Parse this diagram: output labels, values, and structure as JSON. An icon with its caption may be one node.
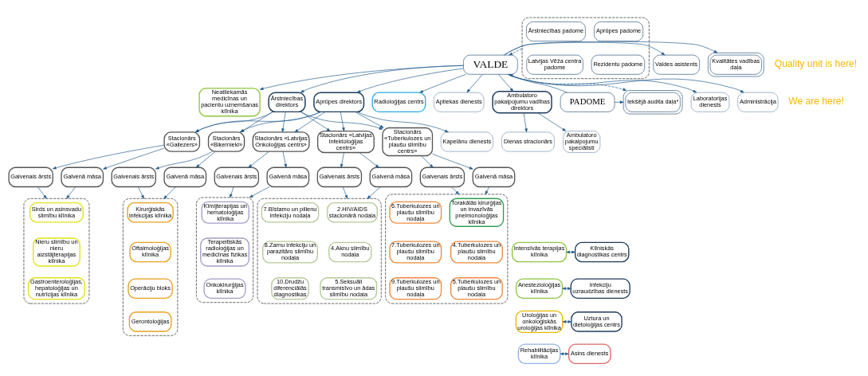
{
  "diagram": {
    "nodes": [
      {
        "text": [],
        "shape": "box"
      },
      {
        "text": [
          "Ārstniecības padome"
        ],
        "in": 0
      },
      {
        "text": [
          "Aprūpes padome"
        ],
        "in": 0
      },
      {
        "text": [
          "Latvijas Vēža centra padome"
        ],
        "in": 0
      },
      {
        "text": [
          "Rezidentu padome"
        ],
        "in": 0
      },
      {
        "text": [
          "PADOME"
        ]
      },
      {
        "text": [
          "Iekšējā audita daļa*"
        ]
      },
      {
        "text": [
          "VALDE"
        ]
      },
      {
        "text": [
          "Valdes asistents"
        ]
      },
      {
        "text": [
          "Kvalitātes vadības daļa"
        ]
      },
      {
        "text": [
          "Neatliekamās medicīnas un pacientu uzņemšanas klīnika"
        ]
      },
      {
        "text": [
          "Ārstniecības direktors"
        ]
      },
      {
        "text": [
          "Aprūpes direktors"
        ]
      },
      {
        "text": [
          "Radioloģijas centrs"
        ]
      },
      {
        "text": [
          "Aptiekas dienests"
        ]
      },
      {
        "text": [
          "Ambulatoro pakalpojumu vadības direktors"
        ]
      },
      {
        "text": [
          "Laboratorijas dienests"
        ]
      },
      {
        "text": [
          "Administrācija"
        ]
      },
      {
        "text": [
          "Kapelānu dienests"
        ]
      },
      {
        "text": [
          "Ambulatoro pakalpojumu speciālisti"
        ]
      },
      {
        "text": [
          "Dienas stracionārs"
        ]
      },
      {
        "text": [
          "Stacionārs «Gaiļezers»"
        ]
      },
      {
        "text": [
          "Galvenais ārsts"
        ]
      },
      {
        "text": [
          "Galvenā māsa"
        ]
      },
      {
        "text": [],
        "shape": "box"
      },
      {
        "text": [
          "Sirds un asinsvadu slimību klīnika"
        ],
        "in": 24
      },
      {
        "text": [
          "Nieru slimību un nieru aizstājterapijas klīnika"
        ],
        "in": 24
      },
      {
        "text": [
          "Gastroenteroloģijas, hepatoloģijas un nutrīcijas klīnika"
        ],
        "in": 24
      },
      {
        "text": [
          "Stacionārs «Biķernieki»"
        ]
      },
      {
        "text": [
          "Galvenais ārsts"
        ]
      },
      {
        "text": [
          "Galvenā māsa"
        ]
      },
      {
        "text": [],
        "shape": "box"
      },
      {
        "text": [
          "Ķirurģiskās infekcijas klīnika"
        ],
        "in": 31
      },
      {
        "text": [
          "Oftalmoloģijas klīnika"
        ],
        "in": 31
      },
      {
        "text": [
          "Operāciju bloks"
        ],
        "in": 31
      },
      {
        "text": [
          "Gerontoloģijas"
        ],
        "in": 31
      },
      {
        "text": [
          "Stacionārs «Latvijas Onkoloģijas centrs»"
        ]
      },
      {
        "text": [
          "Galvenais ārsts"
        ]
      },
      {
        "text": [
          "Galvenā māsa"
        ]
      },
      {
        "text": [],
        "shape": "box"
      },
      {
        "text": [
          "Ķīmijterapijas un hematoloģijas klīnika"
        ],
        "in": 39
      },
      {
        "text": [
          "Terapeitiskās radioloģijas un medicīnas fizikas klīnika"
        ],
        "in": 39
      },
      {
        "text": [
          "Onkoķirurģijas klīnika"
        ],
        "in": 39
      },
      {
        "text": [
          "Stacionārs «Latvijas Infektoloģijas centrs»"
        ]
      },
      {
        "text": [
          "Galvenais ārsts"
        ]
      },
      {
        "text": [
          "Galvenā māsa"
        ]
      },
      {
        "text": [],
        "shape": "box"
      },
      {
        "text": [
          "2.HIV/AIDS stacionārā nodaļa"
        ],
        "in": 46
      },
      {
        "text": [
          "7.Bīstamo un pilienu infekciju nodaļa"
        ],
        "in": 46
      },
      {
        "text": [
          "4.Aknu slimību nodaļa"
        ],
        "in": 46
      },
      {
        "text": [
          "8.Zarnu infekciju un parazitāro slimību nodaļa"
        ],
        "in": 46
      },
      {
        "text": [
          "5.Seksuāli transmisīvo un ādas slimību nodaļa"
        ],
        "in": 46
      },
      {
        "text": [
          "10.Drudžu diferenciālās diagnostikas"
        ],
        "in": 46
      },
      {
        "text": [
          "Stacionārs «Tuberkulozes un plaušu slimību centrs»"
        ]
      },
      {
        "text": [
          "Galvenais ārsts"
        ]
      },
      {
        "text": [
          "Galvenā māsa"
        ]
      },
      {
        "text": [],
        "shape": "box"
      },
      {
        "text": [
          "Torakālās ķirurģijas un invazīvās pneimonoloģijas klīnika"
        ],
        "in": 56
      },
      {
        "text": [
          "6.Tuberkulozes un plaušu slimību nodaļa"
        ],
        "in": 56
      },
      {
        "text": [
          "4.Tuberkulozes un plaušu slimību nodaļa"
        ],
        "in": 56
      },
      {
        "text": [
          "7.Tuberkulozes un plaušu slimību nodaļa"
        ],
        "in": 56
      },
      {
        "text": [
          "5.Tuberkulozes un plaušu slimību nodaļa"
        ],
        "in": 56
      },
      {
        "text": [
          "9.Tuberkulozes un plaušu slimību nodaļa"
        ],
        "in": 56
      },
      {
        "text": [
          "Intensīvās terapijas klīnika"
        ]
      },
      {
        "text": [
          "Klīniskās diagnostikas centrs"
        ]
      },
      {
        "text": [
          "Anestezioloģijas klīnika"
        ]
      },
      {
        "text": [
          "Infekciju uzraudzības dienests"
        ]
      },
      {
        "text": [
          "Uroloģijas un onkoloģiskās uroloģijas klīnika"
        ]
      },
      {
        "text": [
          "Uztura un dietoloģijas centrs"
        ]
      },
      {
        "text": [
          "Rehabilitācijas klīnika"
        ]
      },
      {
        "text": [
          "Asins dienests"
        ]
      }
    ],
    "edges": [
      {
        "from": 0,
        "to": 7,
        "arrow": "to",
        "style": "dashed"
      },
      {
        "from": 5,
        "to": 7,
        "arrow": "to"
      },
      {
        "from": 5,
        "to": 6,
        "arrow": "to"
      },
      {
        "from": 7,
        "to": 6,
        "arrow": "to",
        "style": "dashed"
      },
      {
        "from": 7,
        "to": 8,
        "arrow": "to"
      },
      {
        "from": 7,
        "to": 9,
        "arrow": "to"
      },
      {
        "from": 7,
        "to": 10,
        "arrow": "to"
      },
      {
        "from": 7,
        "to": 11,
        "arrow": "to"
      },
      {
        "from": 7,
        "to": 12,
        "arrow": "to"
      },
      {
        "from": 7,
        "to": 13,
        "arrow": "to"
      },
      {
        "from": 7,
        "to": 14,
        "arrow": "to"
      },
      {
        "from": 7,
        "to": 15,
        "arrow": "to"
      },
      {
        "from": 7,
        "to": 16,
        "arrow": "to"
      },
      {
        "from": 7,
        "to": 17,
        "arrow": "to"
      },
      {
        "from": 12,
        "to": 18,
        "arrow": "to"
      },
      {
        "from": 15,
        "to": 19,
        "arrow": "to"
      },
      {
        "from": 15,
        "to": 20,
        "arrow": "to"
      },
      {
        "from": 11,
        "to": 21,
        "arrow": "to"
      },
      {
        "from": 11,
        "to": 28,
        "arrow": "to"
      },
      {
        "from": 11,
        "to": 36,
        "arrow": "to"
      },
      {
        "from": 11,
        "to": 43,
        "arrow": "to"
      },
      {
        "from": 11,
        "to": 53,
        "arrow": "to"
      },
      {
        "from": 12,
        "to": 21,
        "arrow": "to"
      },
      {
        "from": 12,
        "to": 28,
        "arrow": "to"
      },
      {
        "from": 12,
        "to": 36,
        "arrow": "to"
      },
      {
        "from": 12,
        "to": 43,
        "arrow": "to"
      },
      {
        "from": 12,
        "to": 53,
        "arrow": "to"
      },
      {
        "from": 21,
        "to": 22,
        "arrow": "to"
      },
      {
        "from": 21,
        "to": 23,
        "arrow": "to"
      },
      {
        "from": 22,
        "to": 24,
        "arrow": "to"
      },
      {
        "from": 23,
        "to": 24,
        "arrow": "to"
      },
      {
        "from": 28,
        "to": 29,
        "arrow": "to"
      },
      {
        "from": 28,
        "to": 30,
        "arrow": "to"
      },
      {
        "from": 29,
        "to": 31,
        "arrow": "to"
      },
      {
        "from": 30,
        "to": 31,
        "arrow": "to"
      },
      {
        "from": 36,
        "to": 37,
        "arrow": "to"
      },
      {
        "from": 36,
        "to": 38,
        "arrow": "to"
      },
      {
        "from": 37,
        "to": 39,
        "arrow": "to"
      },
      {
        "from": 38,
        "to": 39,
        "arrow": "to"
      },
      {
        "from": 43,
        "to": 44,
        "arrow": "to"
      },
      {
        "from": 43,
        "to": 45,
        "arrow": "to"
      },
      {
        "from": 44,
        "to": 46,
        "arrow": "to"
      },
      {
        "from": 45,
        "to": 46,
        "arrow": "to"
      },
      {
        "from": 53,
        "to": 54,
        "arrow": "to"
      },
      {
        "from": 53,
        "to": 55,
        "arrow": "to"
      },
      {
        "from": 54,
        "to": 56,
        "arrow": "to"
      },
      {
        "from": 55,
        "to": 56,
        "arrow": "to"
      },
      {
        "from": 63,
        "to": 64,
        "arrow": "both"
      },
      {
        "from": 65,
        "to": 66,
        "arrow": "both"
      },
      {
        "from": 67,
        "to": 68,
        "arrow": "both"
      },
      {
        "from": 69,
        "to": 70,
        "arrow": "both"
      }
    ],
    "labels": [
      "We are here!",
      "Quality unit is here!"
    ]
  }
}
